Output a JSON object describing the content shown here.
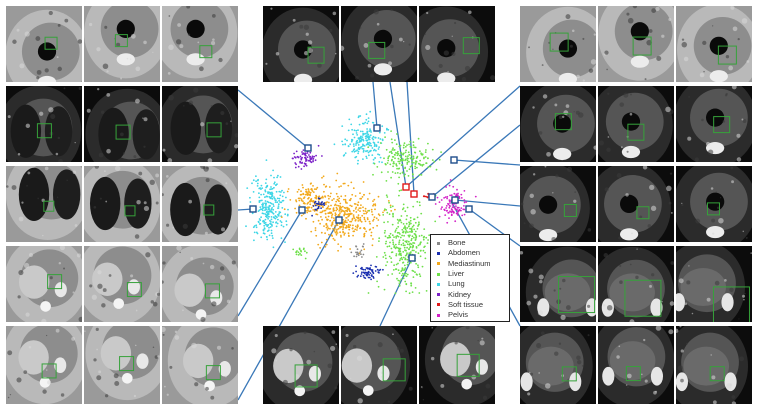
{
  "figure": {
    "legend": [
      {
        "label": "Bone",
        "color": "#8a8a8a"
      },
      {
        "label": "Abdomen",
        "color": "#1a2fb0"
      },
      {
        "label": "Mediastinum",
        "color": "#f2a91c"
      },
      {
        "label": "Liver",
        "color": "#6ee04a"
      },
      {
        "label": "Lung",
        "color": "#3ed6e6"
      },
      {
        "label": "Kidney",
        "color": "#7c22c8"
      },
      {
        "label": "Soft tissue",
        "color": "#e01a1a"
      },
      {
        "label": "Pelvis",
        "color": "#d422c8"
      }
    ],
    "box_color": "#36a23a",
    "connector_color": "#3a78b8",
    "marker_color": "#1f4e8c"
  }
}
